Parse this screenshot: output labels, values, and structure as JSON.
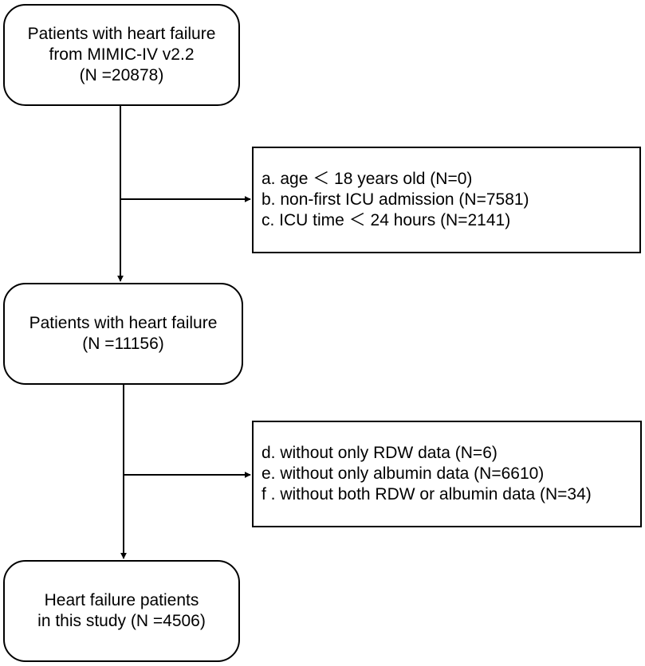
{
  "nodes": {
    "start": {
      "lines": [
        "Patients with heart failure",
        "from MIMIC-IV v2.2",
        "(N =20878)"
      ]
    },
    "exclusion_1": {
      "lines": [
        "a. age ＜ 18 years old (N=0)",
        "b. non-first ICU admission (N=7581)",
        "c. ICU time ＜ 24 hours (N=2141)"
      ]
    },
    "middle": {
      "lines": [
        "Patients with heart failure",
        "(N =11156)"
      ]
    },
    "exclusion_2": {
      "lines": [
        "d. without  only RDW  data (N=6)",
        "e. without  only albumin data (N=6610)",
        "f . without  both RDW or albumin data (N=34)"
      ]
    },
    "final": {
      "lines": [
        "Heart failure patients",
        "in this study (N =4506)"
      ]
    }
  }
}
